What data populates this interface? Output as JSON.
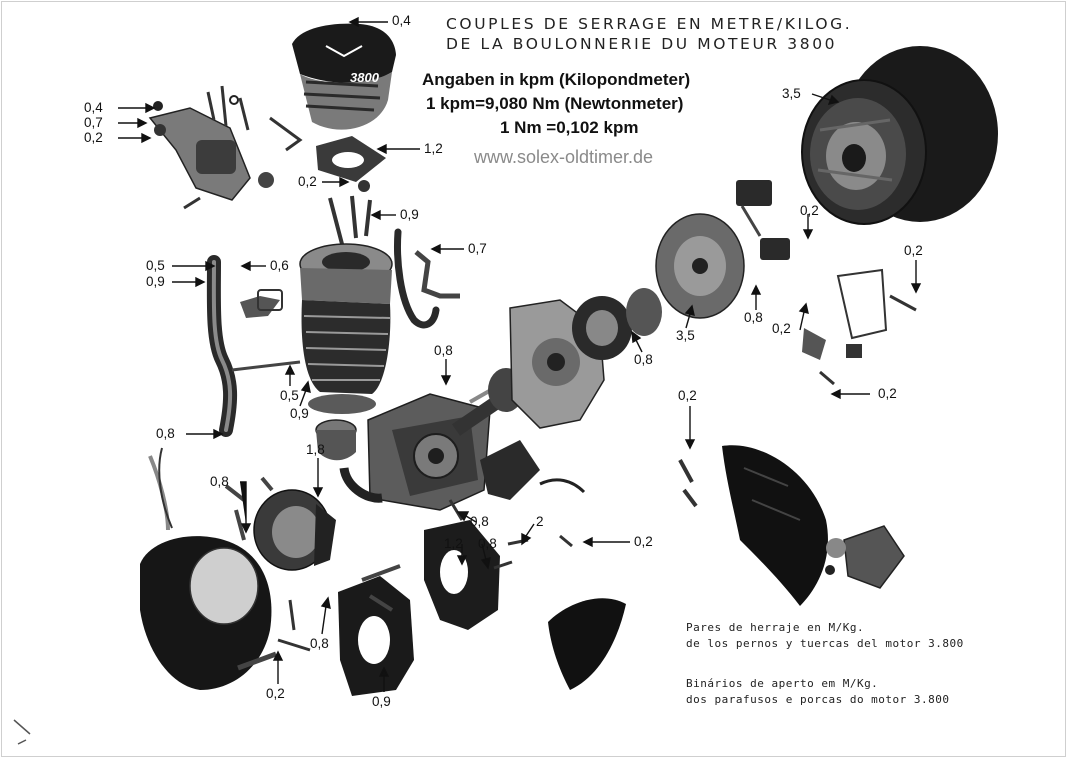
{
  "header_fr": {
    "line1": "COUPLES DE SERRAGE EN METRE/KILOG.",
    "line2": "DE LA BOULONNERIE DU MOTEUR 3800"
  },
  "header_de": {
    "line1": "Angaben in kpm (Kilopondmeter)",
    "line2": "1 kpm=9,080 Nm (Newtonmeter)",
    "line3": "1 Nm  =0,102 kpm"
  },
  "website": "www.solex-oldtimer.de",
  "caption_es": {
    "line1": "Pares de herraje en M/Kg.",
    "line2": "de los pernos y tuercas del motor 3.800"
  },
  "caption_pt": {
    "line1": "Binários de aperto em M/Kg.",
    "line2": "dos parafusos e porcas do motor 3.800"
  },
  "cover_marking": "3800",
  "torque_labels": [
    "0,4",
    "0,4",
    "0,7",
    "0,2",
    "1,2",
    "0,2",
    "0,9",
    "0,7",
    "3,5",
    "0,2",
    "0,5",
    "0,6",
    "0,9",
    "0,8",
    "0,8",
    "3,5",
    "0,2",
    "0,2",
    "0,2",
    "0,8",
    "0,5",
    "0,9",
    "0,2",
    "0,8",
    "1,8",
    "0,8",
    "0,8",
    "2",
    "1,2",
    "0,8",
    "0,2",
    "0,8",
    "0,2",
    "0,9"
  ]
}
